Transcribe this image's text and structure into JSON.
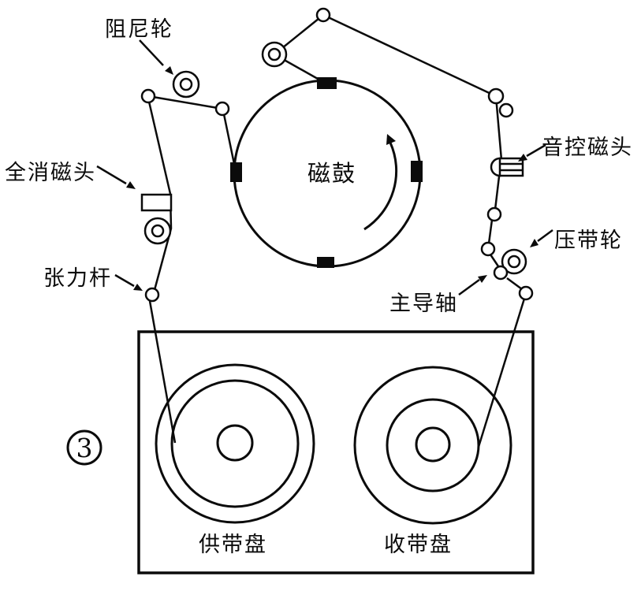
{
  "figure": {
    "number_badge": "3",
    "labels": {
      "drum": "磁鼓",
      "damping_wheel": "阻尼轮",
      "erase_head": "全消磁头",
      "tension_rod": "张力杆",
      "audio_control_head": "音控磁头",
      "pinch_roller": "压带轮",
      "capstan": "主导轴",
      "supply_reel": "供带盘",
      "takeup_reel": "收带盘"
    },
    "colors": {
      "ink": "#0b0b0b",
      "paper": "#ffffff"
    }
  }
}
